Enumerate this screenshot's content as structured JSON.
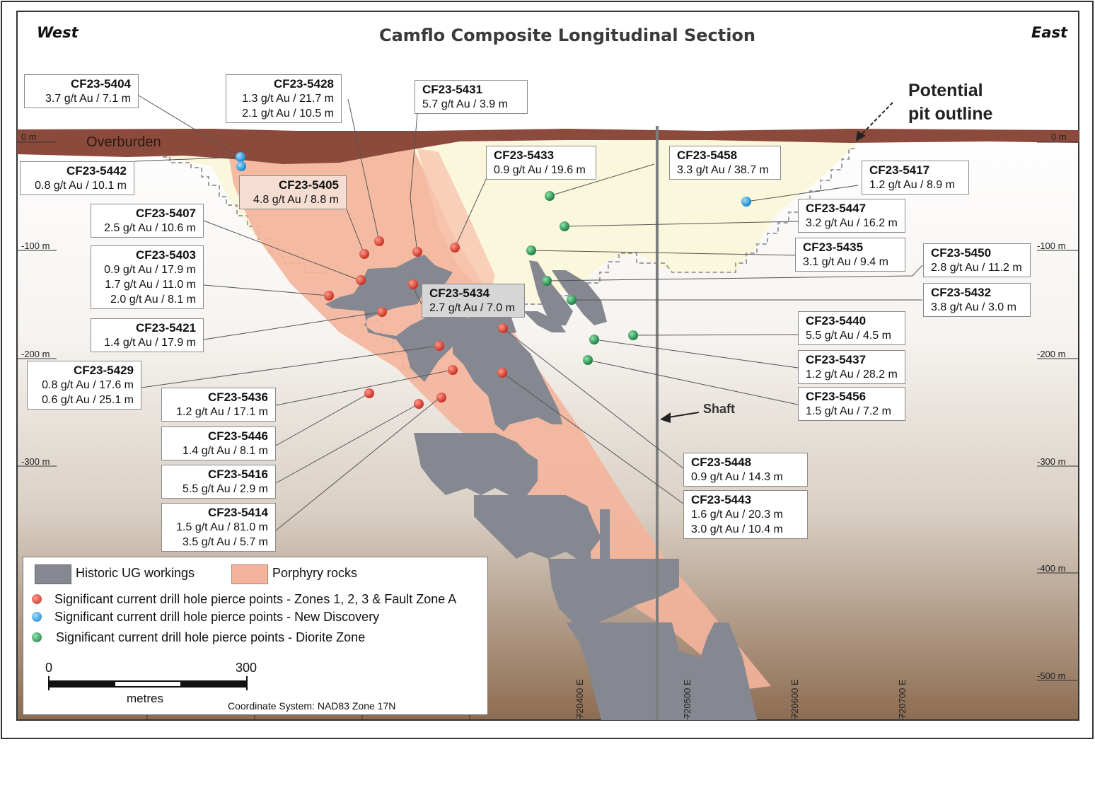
{
  "title": "Camflo Composite Longitudinal Section",
  "west_label": "West",
  "east_label": "East",
  "overburden_label": "Overburden",
  "pit_label_line1": "Potential",
  "pit_label_line2": "pit outline",
  "shaft_label": "Shaft",
  "depth_labels": [
    "0 m",
    "-100 m",
    "-200 m",
    "-300 m",
    "-400 m",
    "-500 m"
  ],
  "easting_labels": [
    "720400 E",
    "720500 E",
    "720600 E",
    "720700 E"
  ],
  "colors": {
    "overburden": "#8b4a3c",
    "porphyry": "#f4b49b",
    "workings": "#858891",
    "pit_fill": "#fbf7dc",
    "red_point": "#d93a2b",
    "blue_point": "#1e9be0",
    "green_point": "#1f9a4a"
  },
  "legend": {
    "workings": "Historic UG workings",
    "porphyry": "Porphyry rocks",
    "red": "Significant current drill hole pierce points - Zones 1, 2, 3 & Fault Zone A",
    "blue": "Significant current drill hole pierce points - New Discovery",
    "green": "Significant current drill hole pierce points - Diorite Zone",
    "scale_start": "0",
    "scale_end": "300",
    "scale_unit": "metres",
    "coordinate_system": "Coordinate System: NAD83 Zone 17N"
  },
  "holes": [
    {
      "id": "CF23-5404",
      "lines": [
        "3.7 g/t Au / 7.1 m"
      ]
    },
    {
      "id": "CF23-5442",
      "lines": [
        "0.8 g/t Au / 10.1 m"
      ]
    },
    {
      "id": "CF23-5407",
      "lines": [
        "2.5 g/t Au / 10.6 m"
      ]
    },
    {
      "id": "CF23-5403",
      "lines": [
        "0.9 g/t Au / 17.9 m",
        "1.7 g/t Au / 11.0 m",
        "2.0 g/t Au / 8.1 m"
      ]
    },
    {
      "id": "CF23-5421",
      "lines": [
        "1.4 g/t Au / 17.9 m"
      ]
    },
    {
      "id": "CF23-5429",
      "lines": [
        "0.8 g/t Au / 17.6 m",
        "0.6 g/t Au / 25.1 m"
      ]
    },
    {
      "id": "CF23-5436",
      "lines": [
        "1.2 g/t Au / 17.1 m"
      ]
    },
    {
      "id": "CF23-5446",
      "lines": [
        "1.4 g/t Au / 8.1 m"
      ]
    },
    {
      "id": "CF23-5416",
      "lines": [
        "5.5 g/t Au / 2.9 m"
      ]
    },
    {
      "id": "CF23-5414",
      "lines": [
        "1.5 g/t Au / 81.0 m",
        "3.5 g/t Au / 5.7 m"
      ]
    },
    {
      "id": "CF23-5428",
      "lines": [
        "1.3 g/t Au / 21.7 m",
        "2.1 g/t Au / 10.5 m"
      ]
    },
    {
      "id": "CF23-5405",
      "lines": [
        "4.8 g/t Au / 8.8 m"
      ]
    },
    {
      "id": "CF23-5431",
      "lines": [
        "5.7 g/t Au / 3.9 m"
      ]
    },
    {
      "id": "CF23-5433",
      "lines": [
        "0.9 g/t Au / 19.6 m"
      ]
    },
    {
      "id": "CF23-5434",
      "lines": [
        "2.7 g/t Au / 7.0 m"
      ]
    },
    {
      "id": "CF23-5458",
      "lines": [
        "3.3 g/t Au / 38.7 m"
      ]
    },
    {
      "id": "CF23-5417",
      "lines": [
        "1.2 g/t Au / 8.9 m"
      ]
    },
    {
      "id": "CF23-5447",
      "lines": [
        "3.2 g/t Au / 16.2 m"
      ]
    },
    {
      "id": "CF23-5435",
      "lines": [
        "3.1 g/t Au / 9.4 m"
      ]
    },
    {
      "id": "CF23-5450",
      "lines": [
        "2.8 g/t Au / 11.2 m"
      ]
    },
    {
      "id": "CF23-5432",
      "lines": [
        "3.8 g/t Au / 3.0 m"
      ]
    },
    {
      "id": "CF23-5440",
      "lines": [
        "5.5 g/t Au / 4.5 m"
      ]
    },
    {
      "id": "CF23-5437",
      "lines": [
        "1.2 g/t Au / 28.2 m"
      ]
    },
    {
      "id": "CF23-5456",
      "lines": [
        "1.5 g/t Au / 7.2 m"
      ]
    },
    {
      "id": "CF23-5448",
      "lines": [
        "0.9 g/t Au / 14.3 m"
      ]
    },
    {
      "id": "CF23-5443",
      "lines": [
        "1.6 g/t Au / 20.3 m",
        "3.0 g/t Au / 10.4 m"
      ]
    }
  ]
}
